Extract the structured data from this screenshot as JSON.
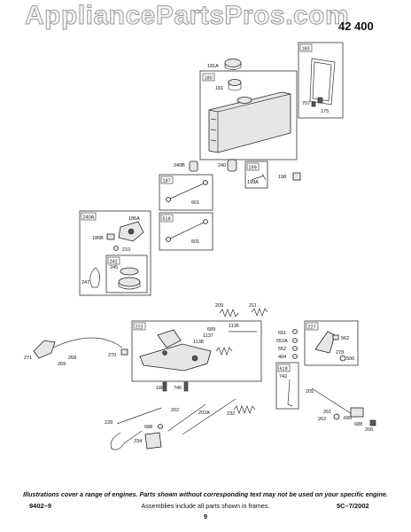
{
  "header": {
    "watermark": "AppliancePartsPros.com",
    "model_code": "42 400"
  },
  "diagram": {
    "box_labels": [
      "183",
      "180",
      "187",
      "199",
      "518",
      "240A",
      "242",
      "222",
      "227",
      "618"
    ],
    "part_labels": [
      "181A",
      "181",
      "707",
      "175",
      "240B",
      "240",
      "199A",
      "198",
      "601",
      "601",
      "186A",
      "186B",
      "210",
      "245",
      "247",
      "209",
      "211",
      "689",
      "1136",
      "1137",
      "1138",
      "691",
      "552A",
      "552",
      "404",
      "562",
      "278",
      "506",
      "742",
      "271",
      "268",
      "269",
      "270",
      "188",
      "746",
      "205",
      "261",
      "262",
      "688",
      "690",
      "228",
      "202",
      "202A",
      "232",
      "234",
      "688",
      "206"
    ]
  },
  "footer": {
    "note": "Illustrations cover a range of engines. Parts shown without corresponding text may not be used on your specific engine.",
    "left": "9402–9",
    "center": "Assemblies include all parts shown in frames.",
    "right": "5C–7/2002",
    "page": "9"
  }
}
